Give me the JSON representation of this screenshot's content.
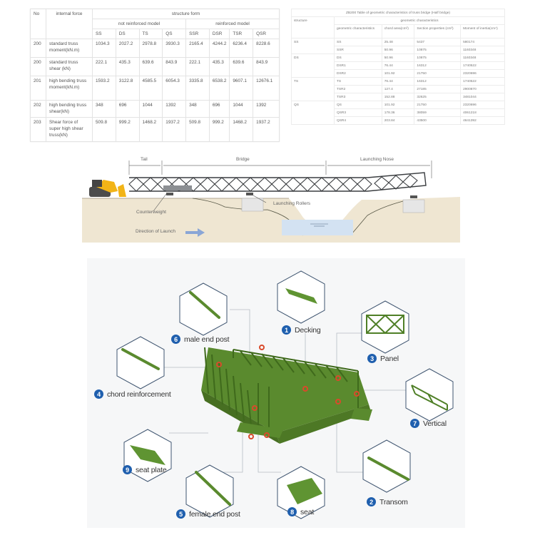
{
  "internal_force_table": {
    "headers": {
      "no": "No",
      "internal_force": "internal force",
      "structure_form": "structure form",
      "not_reinforced": "not reinforced model",
      "reinforced": "reinforced model",
      "cols": [
        "SS",
        "DS",
        "TS",
        "QS",
        "SSR",
        "DSR",
        "TSR",
        "QSR"
      ]
    },
    "rows": [
      {
        "no": "200",
        "force": "standard truss moment(kN.m)",
        "values": [
          "1034.3",
          "2027.2",
          "2978.8",
          "3930.3",
          "2165.4",
          "4244.2",
          "6236.4",
          "8228.6"
        ]
      },
      {
        "no": "200",
        "force": "standard truss shear (kN)",
        "values": [
          "222.1",
          "435.3",
          "639.6",
          "843.9",
          "222.1",
          "435.3",
          "639.6",
          "843.9"
        ]
      },
      {
        "no": "201",
        "force": "high bending truss moment(kN.m)",
        "values": [
          "1593.2",
          "3122.8",
          "4585.5",
          "6054.3",
          "3335.8",
          "6538.2",
          "9607.1",
          "12676.1"
        ]
      },
      {
        "no": "202",
        "force": "high bending truss shear(kN)",
        "values": [
          "348",
          "696",
          "1044",
          "1392",
          "348",
          "696",
          "1044",
          "1392"
        ]
      },
      {
        "no": "203",
        "force": "Shear force of super high shear truss(kN)",
        "values": [
          "509.8",
          "999.2",
          "1468.2",
          "1937.2",
          "509.8",
          "999.2",
          "1468.2",
          "1937.2"
        ]
      }
    ]
  },
  "geometric_table": {
    "title": "ZB200 Table of geometric characteristics of truss bridge (Half bridge)",
    "headers": {
      "structure": "structure",
      "geometric_characteristics": "geometric characteristics",
      "cols": [
        "geometric characteristics",
        "chord area(cm²)",
        "Section properties (cm³)",
        "Moment of inertia(cm⁴)"
      ]
    },
    "groups": [
      {
        "structure": "SS",
        "rows": [
          [
            "SS",
            "25.48",
            "5437",
            "580174"
          ],
          [
            "SSR",
            "50.96",
            "10875",
            "1160348"
          ]
        ]
      },
      {
        "structure": "DS",
        "rows": [
          [
            "DS",
            "50.96",
            "10875",
            "1160348"
          ],
          [
            "DSR1",
            "76.44",
            "16312",
            "1740522"
          ],
          [
            "DSR2",
            "101.92",
            "21750",
            "2320696"
          ]
        ]
      },
      {
        "structure": "TS",
        "rows": [
          [
            "TS",
            "76.44",
            "16312",
            "1740522"
          ],
          [
            "TSR2",
            "127.4",
            "27185",
            "2900870"
          ],
          [
            "TSR3",
            "152.88",
            "32625",
            "3481044"
          ]
        ]
      },
      {
        "structure": "QS",
        "rows": [
          [
            "QS",
            "101.92",
            "21750",
            "2320696"
          ],
          [
            "QSR3",
            "178.36",
            "38059",
            "4061218"
          ],
          [
            "QSR4",
            "203.84",
            "43500",
            "4641392"
          ]
        ]
      }
    ]
  },
  "launch_diagram": {
    "tail": "Tail",
    "bridge": "Bridge",
    "launching_nose": "Launching Nose",
    "counterweight": "Counterweight",
    "launching_rollers": "Launching Rollers",
    "direction": "Direction of Launch",
    "colors": {
      "truss": "#3a3d40",
      "dozer": "#f2b417",
      "ground": "#e8dcc4",
      "water": "#c9dbef",
      "arrow": "#8aa6d6"
    }
  },
  "components_diagram": {
    "colors": {
      "green": "#5a8a2e",
      "badge": "#1f5fae",
      "marker": "#d94a2b"
    },
    "parts": [
      {
        "num": "1",
        "name": "Decking"
      },
      {
        "num": "2",
        "name": "Transom"
      },
      {
        "num": "3",
        "name": "Panel"
      },
      {
        "num": "4",
        "name": "chord reinforcement"
      },
      {
        "num": "5",
        "name": "female end post"
      },
      {
        "num": "6",
        "name": "male end post"
      },
      {
        "num": "7",
        "name": "Vertical"
      },
      {
        "num": "8",
        "name": "seat"
      },
      {
        "num": "9",
        "name": "seat plate"
      }
    ]
  }
}
